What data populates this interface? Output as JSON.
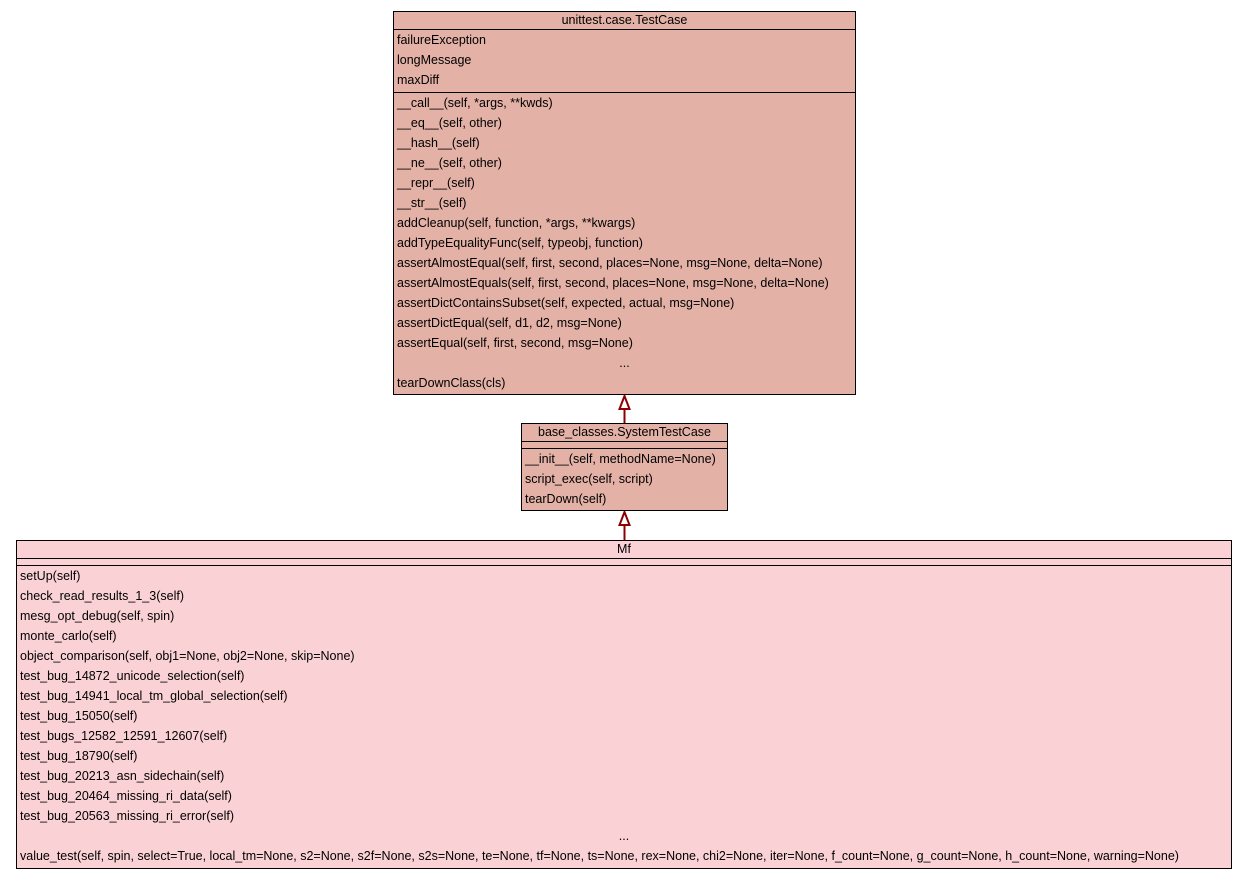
{
  "classes": {
    "testcase": {
      "name": "unittest.case.TestCase",
      "attributes": [
        "failureException",
        "longMessage",
        "maxDiff"
      ],
      "methods": [
        "__call__(self, *args, **kwds)",
        "__eq__(self, other)",
        "__hash__(self)",
        "__ne__(self, other)",
        "__repr__(self)",
        "__str__(self)",
        "addCleanup(self, function, *args, **kwargs)",
        "addTypeEqualityFunc(self, typeobj, function)",
        "assertAlmostEqual(self, first, second, places=None, msg=None, delta=None)",
        "assertAlmostEquals(self, first, second, places=None, msg=None, delta=None)",
        "assertDictContainsSubset(self, expected, actual, msg=None)",
        "assertDictEqual(self, d1, d2, msg=None)",
        "assertEqual(self, first, second, msg=None)"
      ],
      "ellipsis": "...",
      "last_method": "tearDownClass(cls)",
      "fill": "#e3b1a6"
    },
    "systest": {
      "name": "base_classes.SystemTestCase",
      "methods": [
        "__init__(self, methodName=None)",
        "script_exec(self, script)",
        "tearDown(self)"
      ],
      "fill": "#e3b1a6"
    },
    "mf": {
      "name": "Mf",
      "methods": [
        "setUp(self)",
        "check_read_results_1_3(self)",
        "mesg_opt_debug(self, spin)",
        "monte_carlo(self)",
        "object_comparison(self, obj1=None, obj2=None, skip=None)",
        "test_bug_14872_unicode_selection(self)",
        "test_bug_14941_local_tm_global_selection(self)",
        "test_bug_15050(self)",
        "test_bugs_12582_12591_12607(self)",
        "test_bug_18790(self)",
        "test_bug_20213_asn_sidechain(self)",
        "test_bug_20464_missing_ri_data(self)",
        "test_bug_20563_missing_ri_error(self)"
      ],
      "ellipsis": "...",
      "last_method": "value_test(self, spin, select=True, local_tm=None, s2=None, s2f=None, s2s=None, te=None, tf=None, ts=None, rex=None, chi2=None, iter=None, f_count=None, g_count=None, h_count=None, warning=None)",
      "fill": "#fad2d5"
    }
  },
  "edge_color": "#8b0000"
}
